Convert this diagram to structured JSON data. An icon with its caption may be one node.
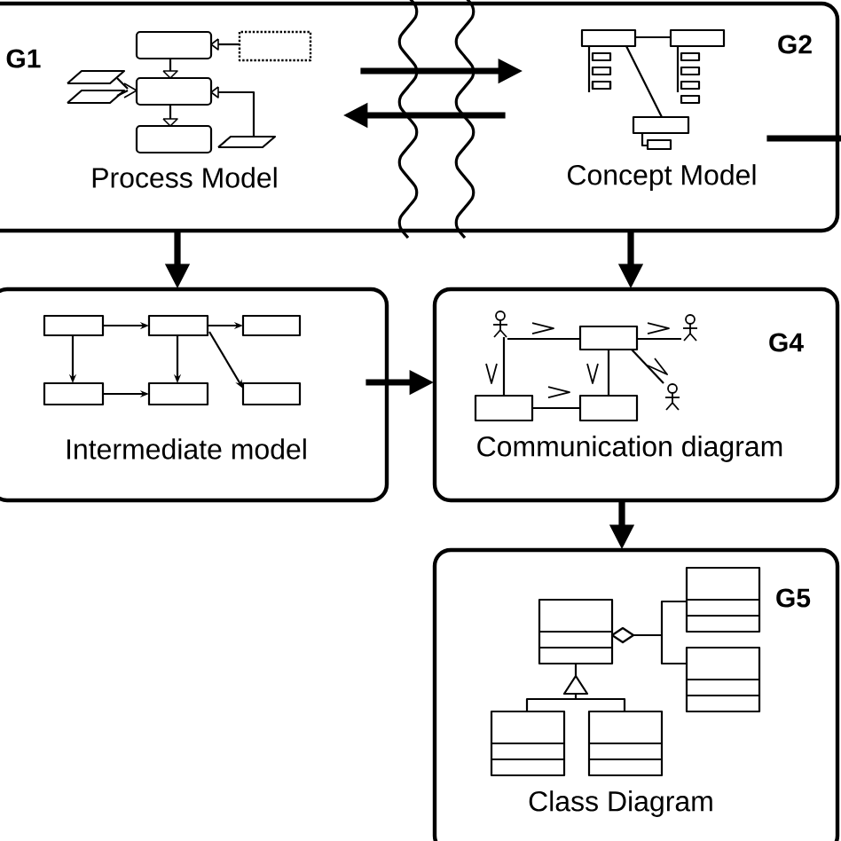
{
  "diagram": {
    "nodes": [
      {
        "text": [
          "G1",
          "Process Model"
        ]
      },
      {
        "text": [
          "G2",
          "Concept Model"
        ]
      },
      {
        "text": [
          "Intermediate model"
        ]
      },
      {
        "text": [
          "G4",
          "Communication diagram"
        ]
      },
      {
        "text": [
          "G5",
          "Class Diagram"
        ]
      }
    ],
    "edges": [
      {
        "from": 0,
        "to": 1,
        "arrow": "to"
      },
      {
        "from": 1,
        "to": 0,
        "arrow": "to"
      },
      {
        "from": 0,
        "to": 2,
        "arrow": "to"
      },
      {
        "from": 1,
        "to": 3,
        "arrow": "to"
      },
      {
        "from": 2,
        "to": 3,
        "arrow": "to"
      },
      {
        "from": 3,
        "to": 4,
        "arrow": "to"
      },
      {
        "from": 1,
        "to": null,
        "arrow": "none"
      }
    ]
  }
}
